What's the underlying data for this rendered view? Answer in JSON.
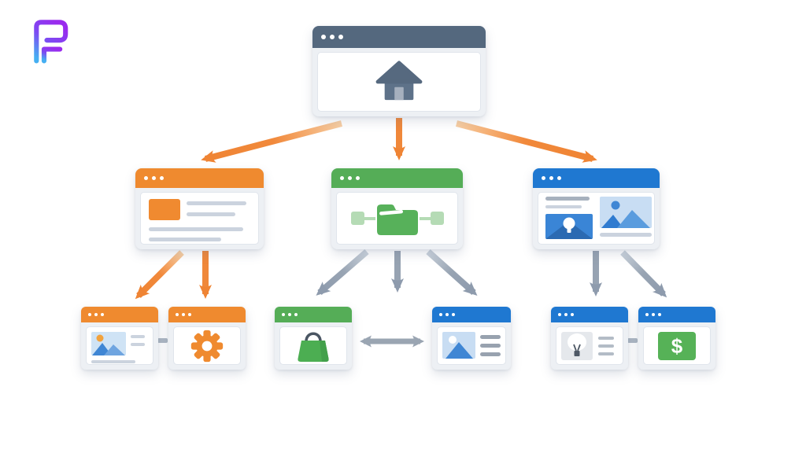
{
  "meta": {
    "title": "Website sitemap structure illustration",
    "background": "#FFFFFF"
  },
  "logo": {
    "name": "pf-monogram-logo",
    "gradient_top_color": "#9A2BEE",
    "gradient_bottom_color": "#45AFF2"
  },
  "icons": {
    "dollar_glyph": "$"
  },
  "palette": {
    "slate_header": "#54687E",
    "orange_header": "#EF8A2F",
    "green_header": "#55AD57",
    "blue_header": "#1F78D1",
    "arrow_orange": "#F0883A",
    "arrow_gray": "#97A3B2",
    "window_body": "#EDF0F4",
    "panel": "#FFFFFF",
    "line_light": "#CBD3DE",
    "line_dark": "#A7B1BE",
    "thumb_light_blue": "#C8DDF3",
    "mountain_blue": "#3F86D4",
    "gear_orange": "#EF8A2F",
    "bag_green": "#4CAE52",
    "dollar_green": "#56B257",
    "bulb_box_gray": "#E5E8EC",
    "home_icon_slate": "#5E7289"
  },
  "diagram": {
    "nodes": [
      {
        "id": "home-page",
        "level": 1,
        "icon": "home",
        "header_color": "#54687E"
      },
      {
        "id": "article-page",
        "level": 2,
        "icon": "article-text",
        "header_color": "#EF8A2F"
      },
      {
        "id": "folder-page",
        "level": 2,
        "icon": "folder-tree",
        "header_color": "#55AD57"
      },
      {
        "id": "media-page",
        "level": 2,
        "icon": "media-gallery",
        "header_color": "#1F78D1"
      },
      {
        "id": "image-page",
        "level": 3,
        "parent": "article-page",
        "icon": "image",
        "header_color": "#EF8A2F"
      },
      {
        "id": "settings-page",
        "level": 3,
        "parent": "article-page",
        "icon": "gear",
        "header_color": "#EF8A2F"
      },
      {
        "id": "shop-page",
        "level": 3,
        "parent": "folder-page",
        "icon": "shopping-bag",
        "header_color": "#55AD57"
      },
      {
        "id": "gallery-page",
        "level": 3,
        "parent": "folder-page",
        "icon": "image",
        "header_color": "#1F78D1"
      },
      {
        "id": "idea-page",
        "level": 3,
        "parent": "media-page",
        "icon": "lightbulb",
        "header_color": "#1F78D1"
      },
      {
        "id": "payment-page",
        "level": 3,
        "parent": "media-page",
        "icon": "dollar-sign",
        "header_color": "#1F78D1"
      }
    ],
    "edges": [
      {
        "from": "home-page",
        "to": "article-page",
        "style": "arrow",
        "color": "#F0883A"
      },
      {
        "from": "home-page",
        "to": "folder-page",
        "style": "arrow",
        "color": "#F0883A"
      },
      {
        "from": "home-page",
        "to": "media-page",
        "style": "arrow",
        "color": "#F0883A"
      },
      {
        "from": "article-page",
        "to": "image-page",
        "style": "arrow",
        "color": "#F0883A"
      },
      {
        "from": "article-page",
        "to": "settings-page",
        "style": "arrow",
        "color": "#F0883A"
      },
      {
        "from": "folder-page",
        "to": "shop-page",
        "style": "arrow",
        "color": "#97A3B2"
      },
      {
        "from": "folder-page",
        "to": "center-gap",
        "style": "arrow",
        "color": "#97A3B2"
      },
      {
        "from": "folder-page",
        "to": "gallery-page",
        "style": "arrow",
        "color": "#97A3B2"
      },
      {
        "from": "media-page",
        "to": "idea-page",
        "style": "arrow",
        "color": "#97A3B2"
      },
      {
        "from": "media-page",
        "to": "payment-page",
        "style": "arrow",
        "color": "#97A3B2"
      },
      {
        "from": "shop-page",
        "to": "gallery-page",
        "style": "double-arrow",
        "color": "#9AA5B2"
      },
      {
        "from": "image-page",
        "to": "settings-page",
        "style": "link",
        "color": "#AEB8C4"
      },
      {
        "from": "idea-page",
        "to": "payment-page",
        "style": "link",
        "color": "#AEB8C4"
      }
    ]
  }
}
